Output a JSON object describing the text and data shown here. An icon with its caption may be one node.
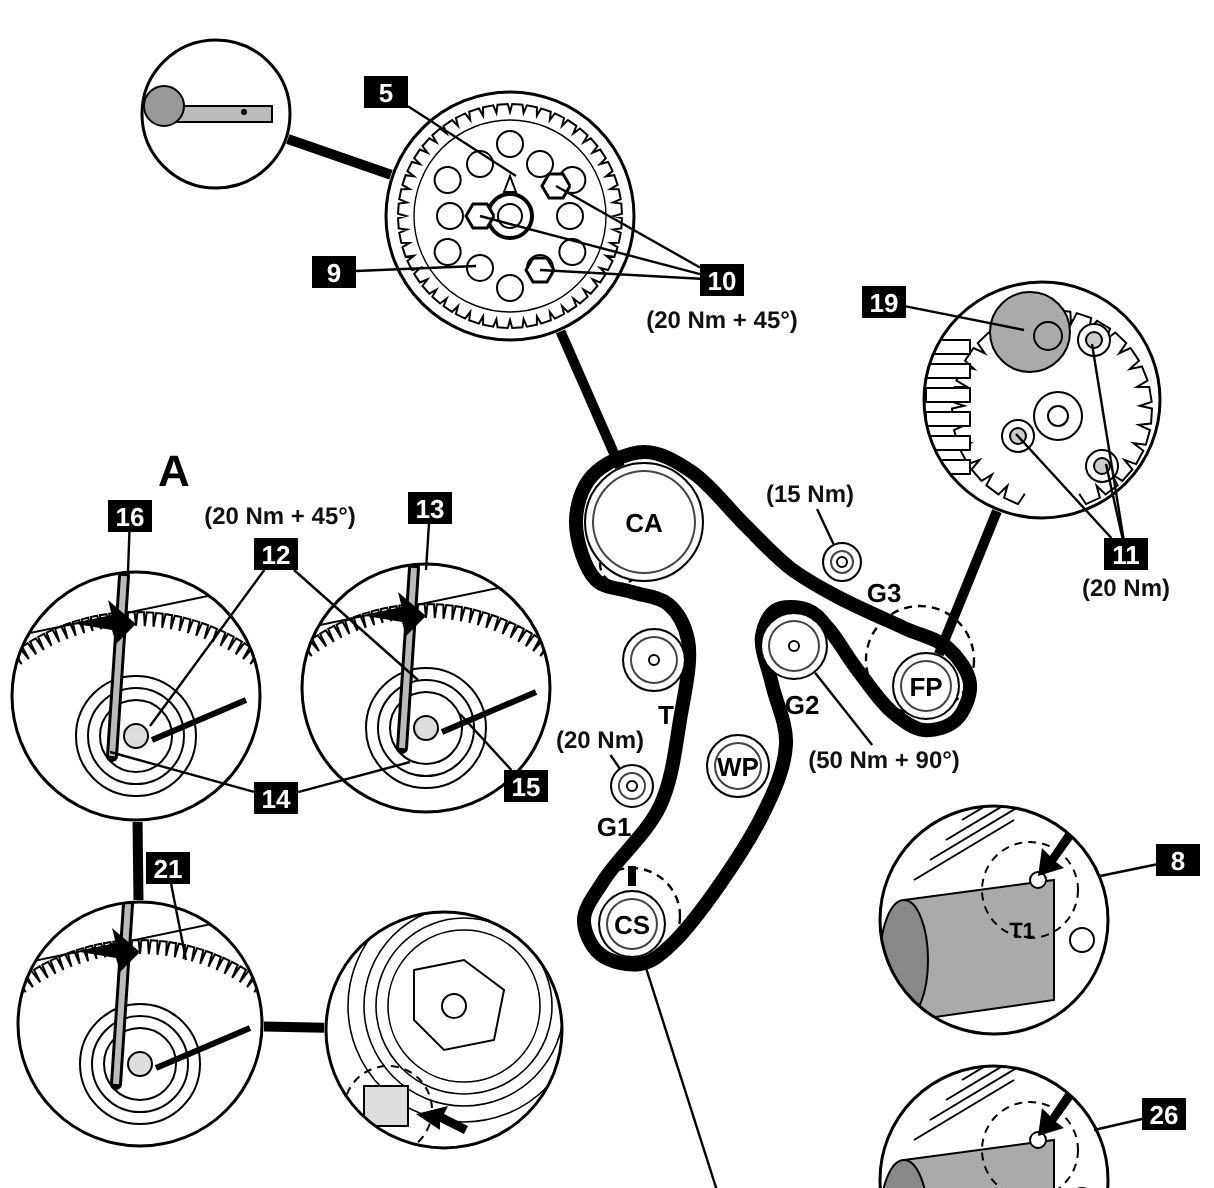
{
  "diagram": {
    "nodes": [
      {
        "text": [],
        "shape": "picture"
      },
      {
        "text": [],
        "shape": "picture"
      },
      {
        "text": [
          "5"
        ]
      },
      {
        "text": [
          "9"
        ]
      },
      {
        "text": [
          "10"
        ],
        "beside": [
          "(20 Nm + 45°)"
        ]
      },
      {
        "text": [],
        "shape": "picture"
      },
      {
        "text": [
          "19"
        ]
      },
      {
        "text": [
          "11"
        ],
        "beside": [
          "(20 Nm)"
        ]
      },
      {
        "text": [
          "CA"
        ]
      },
      {
        "text": [
          "(15 Nm)"
        ]
      },
      {
        "text": [],
        "shape": "circle",
        "beside": [
          "G3"
        ]
      },
      {
        "text": [],
        "shape": "circle",
        "beside": [
          "T"
        ]
      },
      {
        "text": [],
        "shape": "circle",
        "beside": [
          "G2"
        ]
      },
      {
        "text": [
          "(50 Nm + 90°)"
        ]
      },
      {
        "text": [
          "FP"
        ]
      },
      {
        "text": [
          "(20 Nm)"
        ]
      },
      {
        "text": [],
        "shape": "circle",
        "beside": [
          "G1"
        ]
      },
      {
        "text": [
          "WP"
        ]
      },
      {
        "text": [
          "CS"
        ]
      },
      {
        "text": [],
        "shape": "picture"
      },
      {
        "text": [],
        "shape": "picture"
      },
      {
        "text": [
          "16"
        ]
      },
      {
        "text": [
          "12"
        ],
        "beside": [
          "(20 Nm + 45°)"
        ]
      },
      {
        "text": [
          "13"
        ]
      },
      {
        "text": [
          "14"
        ]
      },
      {
        "text": [
          "15"
        ]
      },
      {
        "text": [],
        "shape": "picture"
      },
      {
        "text": [
          "21"
        ]
      },
      {
        "text": [],
        "shape": "picture"
      },
      {
        "text": [],
        "shape": "picture"
      },
      {
        "text": [
          "8"
        ]
      },
      {
        "text": [],
        "shape": "picture"
      },
      {
        "text": [
          "26"
        ]
      }
    ],
    "edges": [
      {
        "from": 0,
        "to": 1,
        "arrow": "none",
        "style": "thick"
      },
      {
        "from": 1,
        "to": 8,
        "arrow": "none",
        "style": "thick"
      },
      {
        "from": 5,
        "to": 14,
        "arrow": "none",
        "style": "thick"
      },
      {
        "from": 19,
        "to": 26,
        "arrow": "none",
        "style": "thick"
      },
      {
        "from": 26,
        "to": 28,
        "arrow": "none",
        "style": "thick"
      },
      {
        "from": 18,
        "to": null,
        "arrow": "none"
      },
      {
        "from": 9,
        "to": 10,
        "arrow": "none"
      },
      {
        "from": 15,
        "to": 16,
        "arrow": "none"
      },
      {
        "from": 13,
        "to": 12,
        "arrow": "none"
      },
      {
        "from": 2,
        "to": 1,
        "arrow": "none"
      },
      {
        "from": 3,
        "to": 1,
        "arrow": "none"
      },
      {
        "from": 4,
        "to": 1,
        "arrow": "none"
      },
      {
        "from": 4,
        "to": 1,
        "arrow": "none"
      },
      {
        "from": 4,
        "to": 1,
        "arrow": "none"
      },
      {
        "from": 6,
        "to": 5,
        "arrow": "none"
      },
      {
        "from": 7,
        "to": 5,
        "arrow": "none"
      },
      {
        "from": 7,
        "to": 5,
        "arrow": "none"
      },
      {
        "from": 7,
        "to": 5,
        "arrow": "none"
      },
      {
        "from": 21,
        "to": 19,
        "arrow": "none"
      },
      {
        "from": 22,
        "to": 19,
        "arrow": "none"
      },
      {
        "from": 22,
        "to": 20,
        "arrow": "none"
      },
      {
        "from": 23,
        "to": 20,
        "arrow": "none"
      },
      {
        "from": 24,
        "to": 19,
        "arrow": "none"
      },
      {
        "from": 24,
        "to": 20,
        "arrow": "none"
      },
      {
        "from": 25,
        "to": 20,
        "arrow": "none"
      },
      {
        "from": 27,
        "to": 26,
        "arrow": "none"
      },
      {
        "from": 30,
        "to": 29,
        "arrow": "none"
      },
      {
        "from": 32,
        "to": 31,
        "arrow": "none"
      }
    ],
    "labels": [
      "A",
      "T1"
    ]
  }
}
